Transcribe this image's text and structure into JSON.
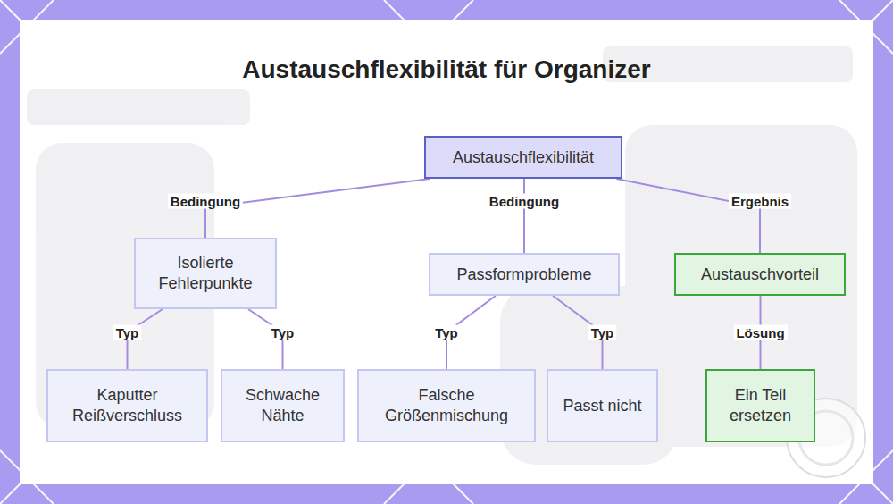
{
  "diagram": {
    "title": "Austauschflexibilität für Organizer",
    "nodes": [
      {
        "text": [
          "Austauschflexibilität"
        ]
      },
      {
        "text": [
          "Isolierte Fehlerpunkte"
        ]
      },
      {
        "text": [
          "Passformprobleme"
        ]
      },
      {
        "text": [
          "Austauschvorteil"
        ]
      },
      {
        "text": [
          "Kaputter Reißverschluss"
        ]
      },
      {
        "text": [
          "Schwache Nähte"
        ]
      },
      {
        "text": [
          "Falsche Größenmischung"
        ]
      },
      {
        "text": [
          "Passt nicht"
        ]
      },
      {
        "text": [
          "Ein Teil ersetzen"
        ]
      }
    ],
    "edges": [
      {
        "from": 0,
        "to": 1,
        "label": "Bedingung",
        "arrow": "none"
      },
      {
        "from": 0,
        "to": 2,
        "label": "Bedingung",
        "arrow": "none"
      },
      {
        "from": 0,
        "to": 3,
        "label": "Ergebnis",
        "arrow": "none"
      },
      {
        "from": 1,
        "to": 4,
        "label": "Typ",
        "arrow": "none"
      },
      {
        "from": 1,
        "to": 5,
        "label": "Typ",
        "arrow": "none"
      },
      {
        "from": 2,
        "to": 6,
        "label": "Typ",
        "arrow": "none"
      },
      {
        "from": 2,
        "to": 7,
        "label": "Typ",
        "arrow": "none"
      },
      {
        "from": 3,
        "to": 8,
        "label": "Lösung",
        "arrow": "none"
      }
    ]
  }
}
